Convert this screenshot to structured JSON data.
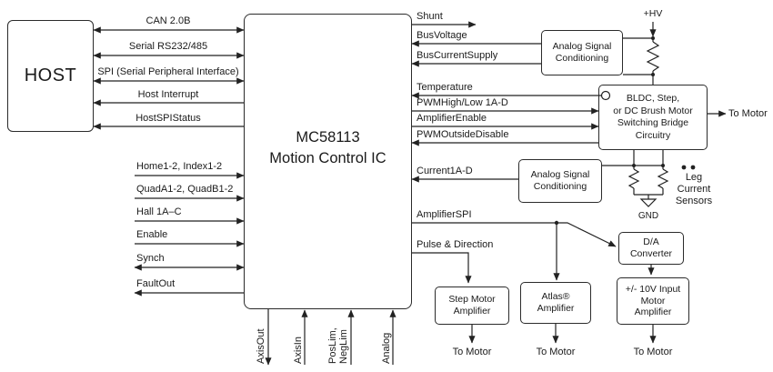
{
  "host": {
    "label": "HOST"
  },
  "ic": {
    "title": "MC58113\nMotion Control IC"
  },
  "host_bus": [
    {
      "label": "CAN 2.0B"
    },
    {
      "label": "Serial RS232/485"
    },
    {
      "label": "SPI (Serial Peripheral Interface)"
    },
    {
      "label": "Host Interrupt"
    },
    {
      "label": "HostSPIStatus"
    }
  ],
  "io_left": [
    {
      "label": "Home1-2, Index1-2"
    },
    {
      "label": "QuadA1-2, QuadB1-2"
    },
    {
      "label": "Hall 1A–C"
    },
    {
      "label": "Enable"
    },
    {
      "label": "Synch"
    },
    {
      "label": "FaultOut"
    }
  ],
  "io_right": [
    {
      "label": "Shunt"
    },
    {
      "label": "BusVoltage"
    },
    {
      "label": "BusCurrentSupply"
    },
    {
      "label": "Temperature"
    },
    {
      "label": "PWMHigh/Low 1A-D"
    },
    {
      "label": "AmplifierEnable"
    },
    {
      "label": "PWMOutsideDisable"
    },
    {
      "label": "Current1A-D"
    },
    {
      "label": "AmplifierSPI"
    },
    {
      "label": "Pulse & Direction"
    }
  ],
  "io_bottom": [
    {
      "label": "AxisOut"
    },
    {
      "label": "AxisIn"
    },
    {
      "label": "PosLim,\nNegLim"
    },
    {
      "label": "Analog"
    }
  ],
  "blocks": {
    "asc_top": {
      "label": "Analog Signal\nConditioning"
    },
    "asc_mid": {
      "label": "Analog Signal\nConditioning"
    },
    "bridge": {
      "label": "BLDC, Step,\nor DC Brush Motor\nSwitching Bridge\nCircuitry"
    },
    "dac": {
      "label": "D/A\nConverter"
    },
    "step_amp": {
      "label": "Step Motor\nAmplifier"
    },
    "atlas_amp": {
      "label": "Atlas®\nAmplifier"
    },
    "v10_amp": {
      "label": "+/- 10V Input\nMotor\nAmplifier"
    }
  },
  "power": {
    "hv": "+HV",
    "gnd": "GND",
    "leg_sensors": "Leg\nCurrent\nSensors"
  },
  "to_motor": "To Motor",
  "colors": {
    "background": "#ffffff",
    "ink": "#1f1f1f"
  }
}
